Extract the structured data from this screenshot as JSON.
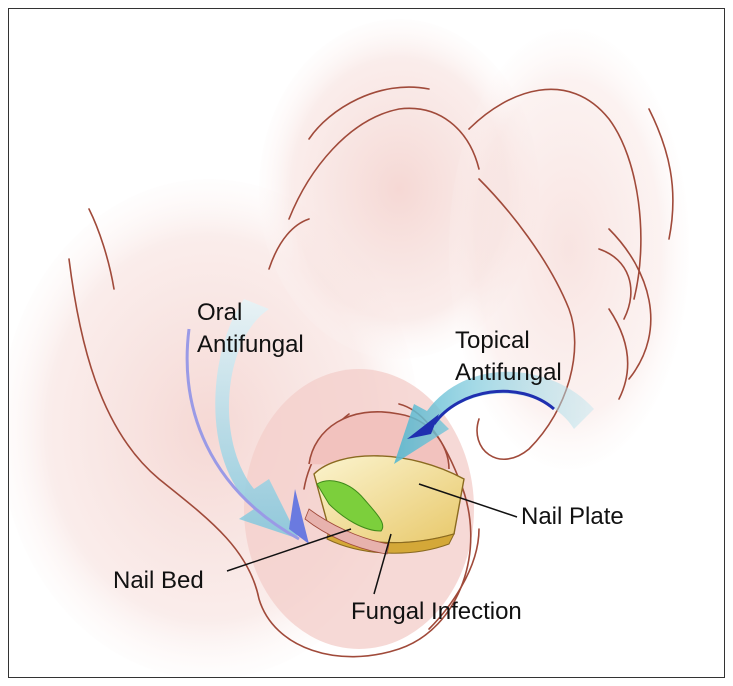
{
  "labels": {
    "oral_line1": "Oral",
    "oral_line2": "Antifungal",
    "topical_line1": "Topical",
    "topical_line2": "Antifungal",
    "nail_plate": "Nail Plate",
    "nail_bed": "Nail Bed",
    "fungal_infection": "Fungal Infection"
  },
  "colors": {
    "skin": "#f6dcd8",
    "skin_line": "#a04a3a",
    "nail_plate": "#f3e6a8",
    "infection": "#7ccf3c",
    "arrow_light": "#9fd6e6",
    "arrow_dark": "#1f2fb0",
    "oral_arrow": "#9a9ae6"
  }
}
